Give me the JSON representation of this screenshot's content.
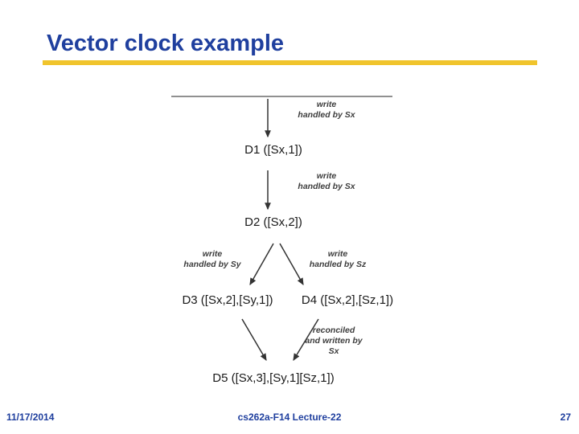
{
  "slide": {
    "title": "Vector clock example",
    "accent_color": "#f0c42c",
    "title_color": "#1f3f9e"
  },
  "diagram": {
    "nodes": [
      {
        "id": "D1",
        "label": "D1 ([Sx,1])"
      },
      {
        "id": "D2",
        "label": "D2 ([Sx,2])"
      },
      {
        "id": "D3",
        "label": "D3 ([Sx,2],[Sy,1])"
      },
      {
        "id": "D4",
        "label": "D4 ([Sx,2],[Sz,1])"
      },
      {
        "id": "D5",
        "label": "D5 ([Sx,3],[Sy,1][Sz,1])"
      }
    ],
    "edge_labels": [
      {
        "id": "e1",
        "line1": "write",
        "line2": "handled by Sx",
        "line3": ""
      },
      {
        "id": "e2",
        "line1": "write",
        "line2": "handled by Sx",
        "line3": ""
      },
      {
        "id": "e3",
        "line1": "write",
        "line2": "handled by Sy",
        "line3": ""
      },
      {
        "id": "e4",
        "line1": "write",
        "line2": "handled by Sz",
        "line3": ""
      },
      {
        "id": "e5",
        "line1": "reconciled",
        "line2": "and written by",
        "line3": "Sx"
      }
    ]
  },
  "footer": {
    "date": "11/17/2014",
    "course": "cs262a-F14 Lecture-22",
    "page": "27"
  }
}
